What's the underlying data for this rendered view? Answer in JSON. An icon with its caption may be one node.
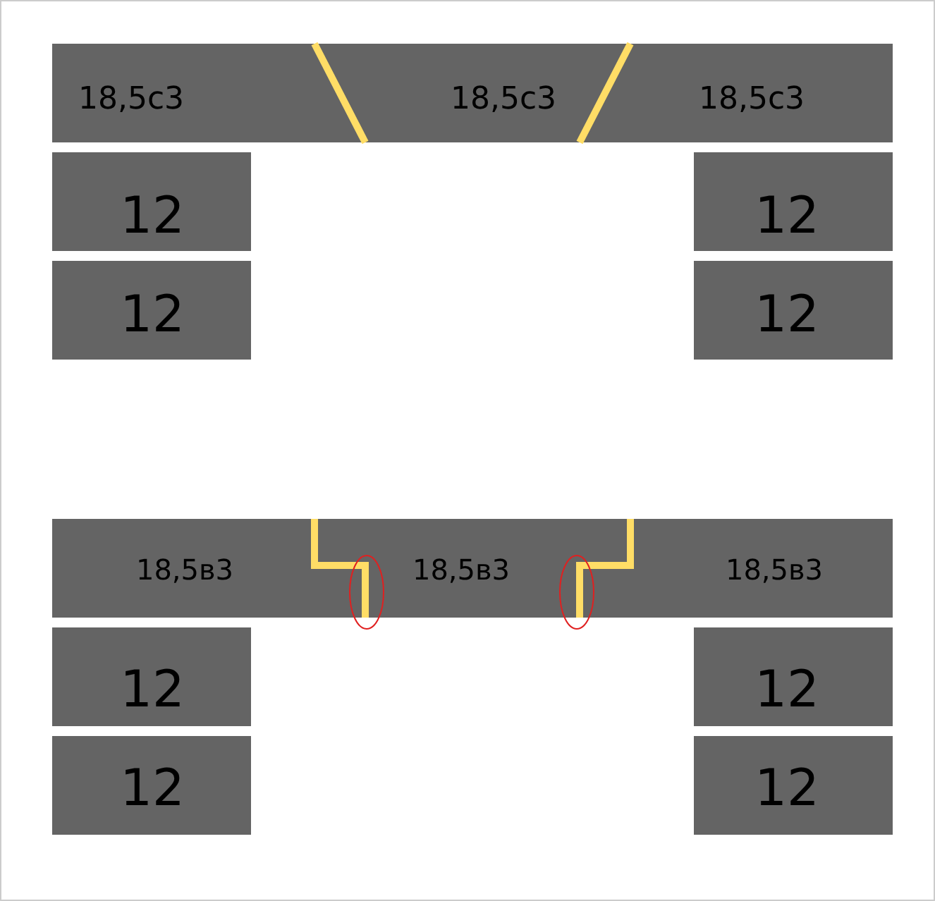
{
  "diagram": {
    "nodes": [
      {
        "text": [
          "18,5с3"
        ]
      },
      {
        "text": [
          "18,5с3"
        ]
      },
      {
        "text": [
          "18,5с3"
        ]
      },
      {
        "text": [
          "12"
        ]
      },
      {
        "text": [
          "12"
        ]
      },
      {
        "text": [
          "12"
        ]
      },
      {
        "text": [
          "12"
        ]
      },
      {
        "text": [
          "18,5в3"
        ]
      },
      {
        "text": [
          "18,5в3"
        ]
      },
      {
        "text": [
          "18,5в3"
        ]
      },
      {
        "text": [
          "12"
        ]
      },
      {
        "text": [
          "12"
        ]
      },
      {
        "text": [
          "12"
        ]
      },
      {
        "text": [
          "12"
        ]
      }
    ],
    "edges": []
  }
}
